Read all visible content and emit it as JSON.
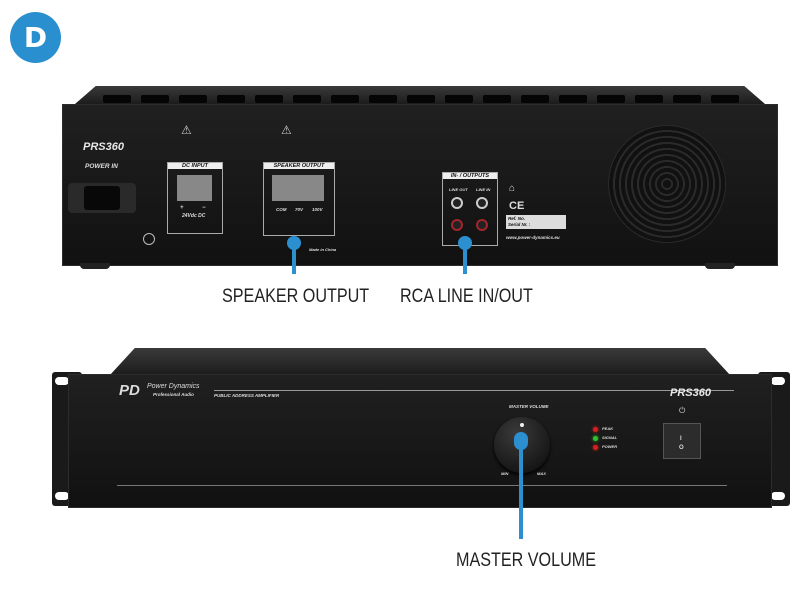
{
  "badge": {
    "letter": "D",
    "color": "#2a8fcf"
  },
  "back_panel": {
    "model": "PRS360",
    "power_in": "POWER IN",
    "dc_input": {
      "title": "DC INPUT",
      "voltage": "24Vdc DC",
      "plus": "+",
      "minus": "−"
    },
    "speaker_output": {
      "title": "SPEAKER OUTPUT",
      "terminals": [
        "COM",
        "70V",
        "100V"
      ]
    },
    "io": {
      "title": "IN- / OUTPUTS",
      "line_out": "LINE OUT",
      "line_in": "LINE IN"
    },
    "ce": "CE",
    "ref_label": "Ref. No.",
    "serial_label": "Serial Nr. :",
    "website": "www.power-dynamics.eu",
    "made_in": "Made in China"
  },
  "front_panel": {
    "brand": "Power Dynamics",
    "brand_sub": "Professional Audio",
    "product_type": "PUBLIC ADDRESS AMPLIFIER",
    "model": "PRS360",
    "knob_label": "MASTER VOLUME",
    "knob_min": "MIN",
    "knob_max": "MAX",
    "leds": [
      {
        "label": "PEAK",
        "color": "#d62020"
      },
      {
        "label": "SIGNAL",
        "color": "#2fc12f"
      },
      {
        "label": "POWER",
        "color": "#d62020"
      }
    ],
    "switch_on": "I",
    "switch_off": "O"
  },
  "callouts": {
    "speaker_output": "SPEAKER OUTPUT",
    "rca": "RCA LINE IN/OUT",
    "master_volume": "MASTER VOLUME",
    "color": "#2b8fd0"
  }
}
